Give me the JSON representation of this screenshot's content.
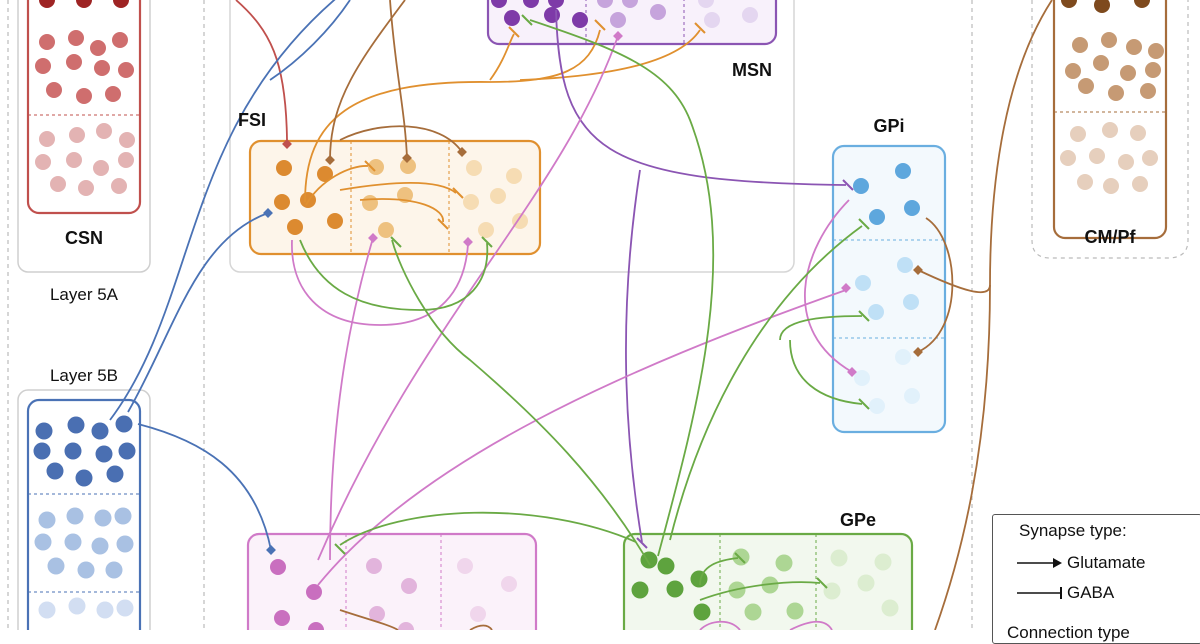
{
  "labels": {
    "csn": "CSN",
    "layer5a": "Layer 5A",
    "layer5b": "Layer 5B",
    "fsi": "FSI",
    "msn": "MSN",
    "gpi": "GPi",
    "gpe": "GPe",
    "cmpf": "CM/Pf"
  },
  "legend": {
    "title": "Synapse type:",
    "glutamate": "Glutamate",
    "gaba": "GABA",
    "subtitle": "Connection type"
  },
  "colors": {
    "csn": "#c0504d",
    "layer5b": "#4a72b5",
    "fsi": "#e0902f",
    "msn": "#8b55b3",
    "gpi": "#6aaee0",
    "gpe": "#6aaa45",
    "cmpf": "#a66d3b",
    "pink": "#d07ac8"
  }
}
